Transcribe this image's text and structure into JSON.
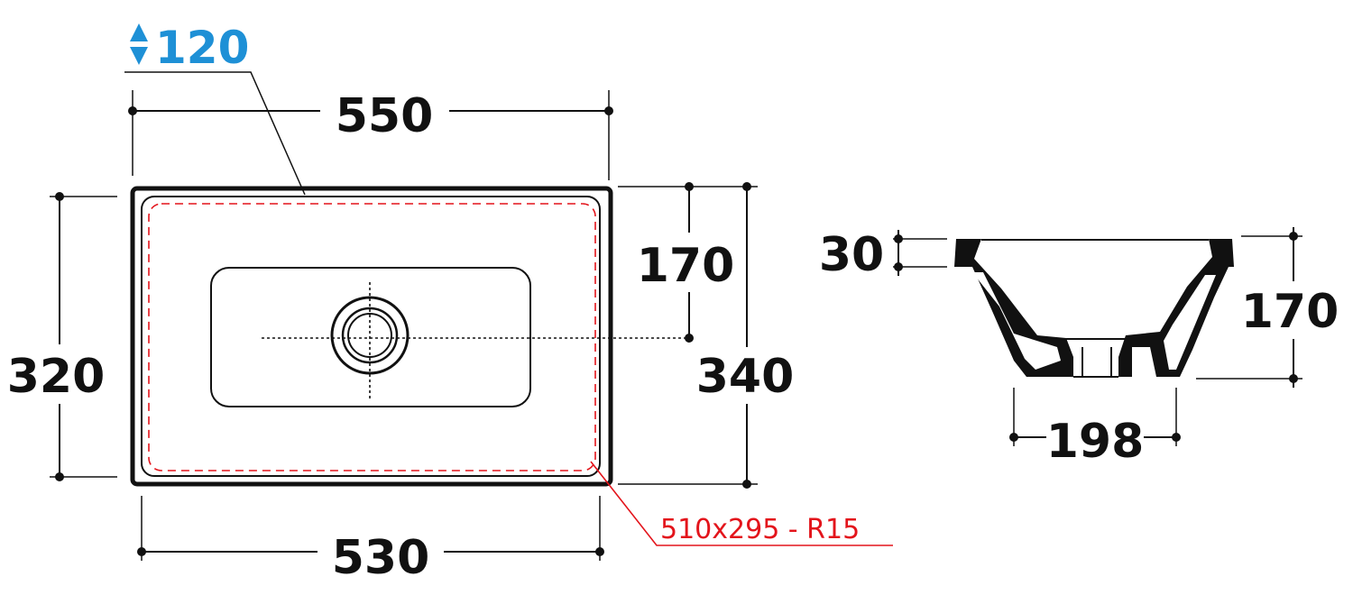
{
  "plan_view": {
    "depth_label": "120",
    "width_top_label": "550",
    "width_bottom_label": "530",
    "height_left_label": "320",
    "height_right_label": "340",
    "drain_offset_label": "170",
    "cutout_label": "510x295 - R15"
  },
  "side_view": {
    "rim_label": "30",
    "height_label": "170",
    "base_label": "198"
  },
  "colors": {
    "line": "#111111",
    "depth_accent": "#1e90d6",
    "cutout_accent": "#e3141b"
  },
  "icons": {
    "depth": "up-down-arrow-icon"
  }
}
